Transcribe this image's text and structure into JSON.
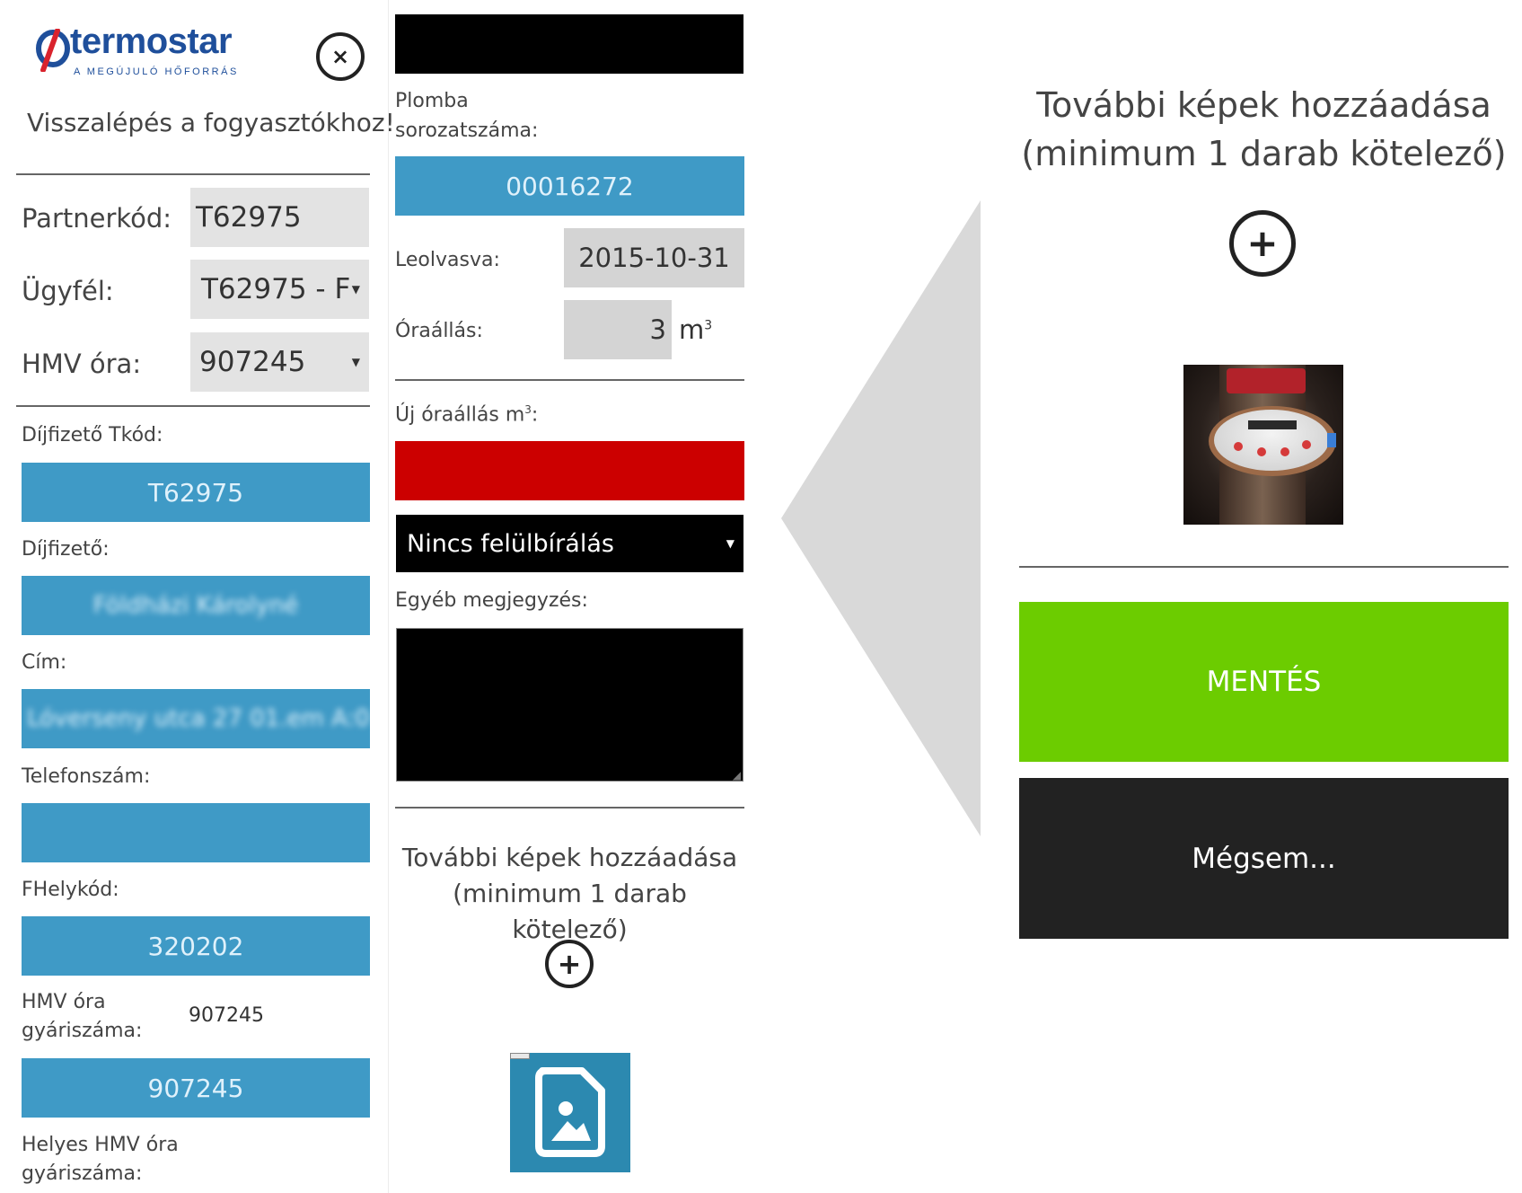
{
  "brand": {
    "logo_text": "termostar",
    "tagline": "A MEGÚJULÓ HŐFORRÁS"
  },
  "left": {
    "back_link": "Visszalépés a fogyasztókhoz!",
    "partnerkod_label": "Partnerkód:",
    "partnerkod_value": "T62975",
    "ugyfel_label": "Ügyfél:",
    "ugyfel_value": "T62975 - F",
    "hmv_ora_label": "HMV óra:",
    "hmv_ora_value": "907245",
    "dijfizeto_tkod_label": "Díjfizető Tkód:",
    "dijfizeto_tkod_value": "T62975",
    "dijfizeto_label": "Díjfizető:",
    "dijfizeto_value": "Földházi Károlyné",
    "cim_label": "Cím:",
    "cim_value": "Lóverseny utca 27 01.em A:0",
    "telefon_label": "Telefonszám:",
    "telefon_value": "",
    "fhelykod_label": "FHelykód:",
    "fhelykod_value": "320202",
    "gyariszam_label_1": "HMV óra",
    "gyariszam_label_2": "gyáriszáma:",
    "gyariszam_value": "907245",
    "gyariszam_box_value": "907245",
    "helyes_label_1": "Helyes HMV óra",
    "helyes_label_2": "gyáriszáma:"
  },
  "middle": {
    "plomba_label_1": "Plomba",
    "plomba_label_2": "sorozatszáma:",
    "plomba_value": "00016272",
    "leolvasva_label": "Leolvasva:",
    "leolvasva_value": "2015-10-31",
    "oraallas_label": "Óraállás:",
    "oraallas_value": "3",
    "oraallas_unit": "m",
    "oraallas_unit_sup": "3",
    "uj_oraallas_label": "Új óraállás m",
    "uj_oraallas_sup": "3",
    "uj_oraallas_colon": ":",
    "felulbiralas_value": "Nincs felülbírálás",
    "megjegyzes_label": "Egyéb megjegyzés:",
    "kepek_title_1": "További képek hozzáadása",
    "kepek_title_2": "(minimum 1 darab kötelező)",
    "plus_glyph": "+"
  },
  "right": {
    "kepek_title_1": "További képek hozzáadása",
    "kepek_title_2": "(minimum 1 darab kötelező)",
    "plus_glyph": "+",
    "save_label": "MENTÉS",
    "cancel_label": "Mégsem..."
  },
  "icons": {
    "close": "close-icon",
    "add": "add-circle-icon",
    "image": "image-file-icon",
    "caret": "caret-down-icon"
  },
  "colors": {
    "blue": "#3f9ac6",
    "red": "#cc0000",
    "green": "#6ccc00",
    "dark": "#222222"
  }
}
